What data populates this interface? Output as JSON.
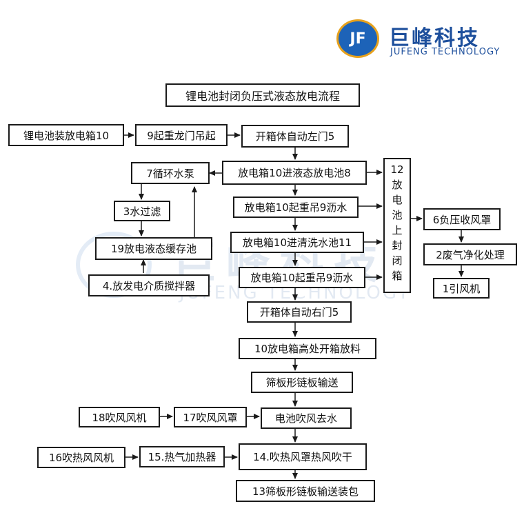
{
  "logo": {
    "mark": "JF",
    "cn": "巨峰科技",
    "en": "JUFENG TECHNOLOGY"
  },
  "watermark": {
    "cn": "巨峰科技",
    "en": "JUFENG TECHNOLOGY"
  },
  "title": "锂电池封闭负压式液态放电流程",
  "nodes": {
    "n_box10": "锂电池装放电箱10",
    "n_crane9": "9起重龙门吊起",
    "n_left_door": "开箱体自动左门5",
    "n_pump7": "7循环水泵",
    "n_into_pool8": "放电箱10进液态放电池8",
    "n_filter3": "3水过滤",
    "n_drain1": "放电箱10起重吊9沥水",
    "n_buffer19": "19放电液态缓存池",
    "n_wash11": "放电箱10进清洗水池11",
    "n_mixer4": "4.放发电介质搅拌器",
    "n_drain2": "放电箱10起重吊9沥水",
    "n_right_door": "开箱体自动右门5",
    "n_unload": "10放电箱高处开箱放料",
    "n_conveyor": "筛板形链板输送",
    "n_blower18": "18吹风风机",
    "n_hood17": "17吹风风罩",
    "n_dewater": "电池吹风去水",
    "n_hotfan16": "16吹热风风机",
    "n_heater15": "15.热气加热器",
    "n_hotdry14": "14.吹热风罩热风吹干",
    "n_pack13": "13筛板形链板输送装包",
    "n_neg6": "6负压收风罩",
    "n_waste2": "2废气净化处理",
    "n_fan1": "1引风机"
  },
  "sealed_box": [
    "12",
    "放",
    "电",
    "池",
    "上",
    "封",
    "闭",
    "箱"
  ],
  "colors": {
    "line": "#1a1a1a",
    "brand": "#1d4f9c",
    "accent": "#e6a11d"
  }
}
